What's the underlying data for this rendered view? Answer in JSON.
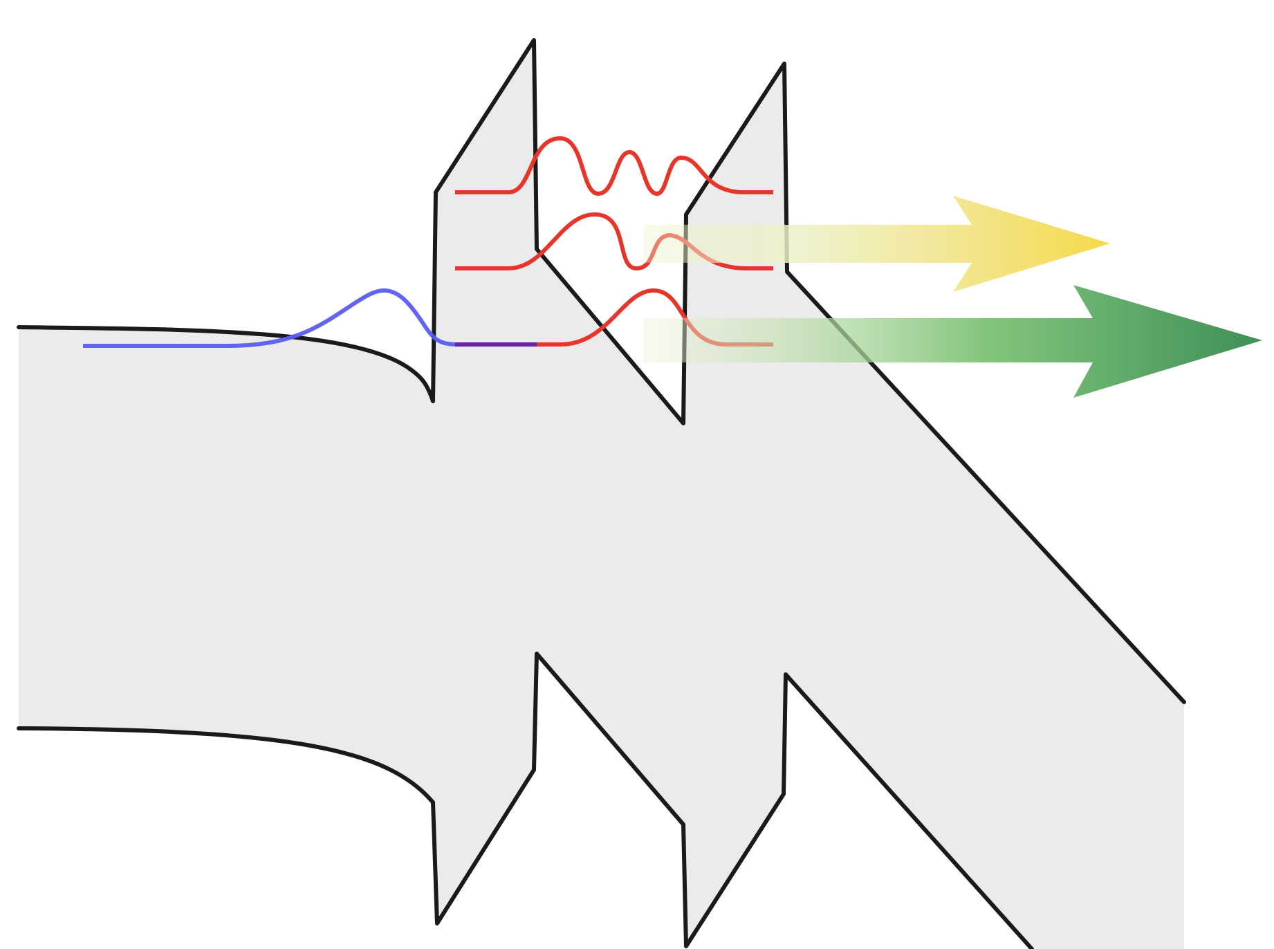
{
  "colors": {
    "background": "#ffffff",
    "waveguide_fill": "#ebebeb",
    "outline": "#1a1a1a",
    "incident_wave": "#5a5cf5",
    "overlap_segment": "#6a1fa8",
    "confined_modes": "#e8352c",
    "arrow_upper_start": "#eef0c8",
    "arrow_upper_end": "#f5d94a",
    "arrow_lower_start": "#eef3d6",
    "arrow_lower_mid": "#7dc275",
    "arrow_lower_end": "#3e8f57"
  },
  "elements": {
    "waveguide": "tapered-waveguide-body",
    "cavity_walls": [
      "first-mirror-plate",
      "second-mirror-plate"
    ],
    "incident_wave": "gaussian-wave-packet",
    "confined_modes": [
      "mode-3-antinodes",
      "mode-2-antinodes",
      "mode-1-antinode"
    ],
    "output_arrows": [
      "upper-output-beam",
      "lower-output-beam"
    ]
  }
}
